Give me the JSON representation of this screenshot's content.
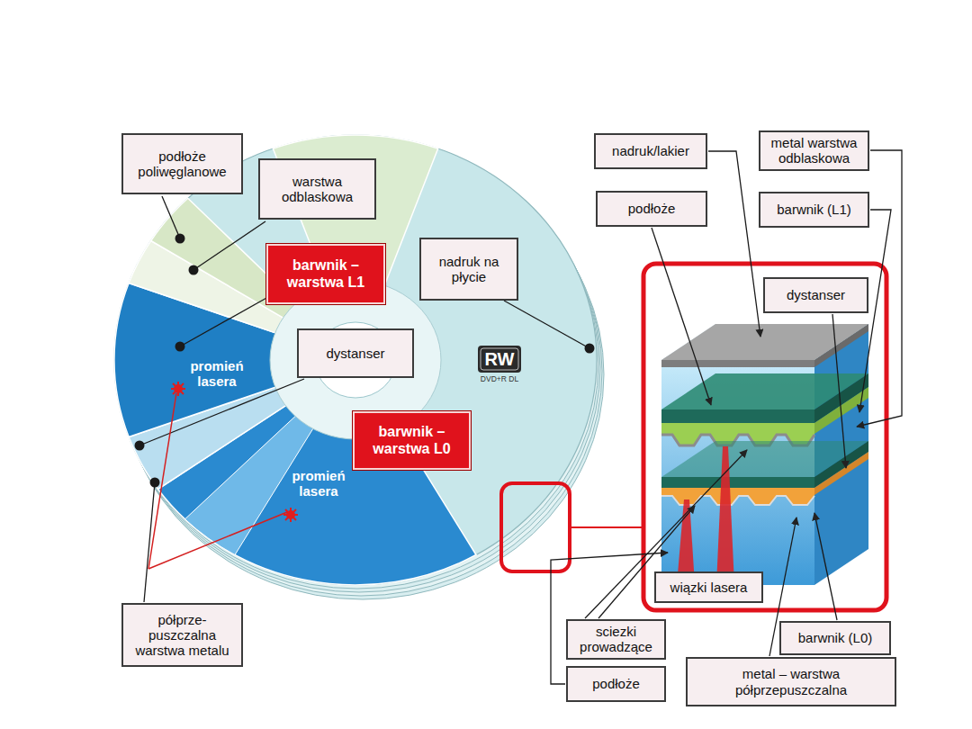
{
  "diagram": {
    "nodes": [
      {
        "text": [
          "podłoże poliwęglanowe"
        ]
      },
      {
        "text": [
          "warstwa odblaskowa"
        ]
      },
      {
        "text": [
          "barwnik – warstwa L1"
        ]
      },
      {
        "text": [
          "nadruk na płycie"
        ]
      },
      {
        "text": [
          "dystanser"
        ]
      },
      {
        "text": [
          "barwnik – warstwa L0"
        ]
      },
      {
        "text": [
          "półprze- puszczalna warstwa metalu"
        ]
      },
      {
        "text": [
          "nadruk/lakier"
        ]
      },
      {
        "text": [
          "metal warstwa odblaskowa"
        ]
      },
      {
        "text": [
          "podłoże"
        ]
      },
      {
        "text": [
          "barwnik (L1)"
        ]
      },
      {
        "text": [
          "dystanser"
        ]
      },
      {
        "text": [
          "wiązki lasera"
        ]
      },
      {
        "text": [
          "sciezki prowadzące"
        ]
      },
      {
        "text": [
          "barwnik (L0)"
        ]
      },
      {
        "text": [
          "podłoże"
        ]
      },
      {
        "text": [
          "metal – warstwa półprzepuszczalna"
        ]
      }
    ],
    "labels": [
      "promień lasera",
      "promień lasera",
      "RW",
      "DVD+R DL"
    ]
  }
}
